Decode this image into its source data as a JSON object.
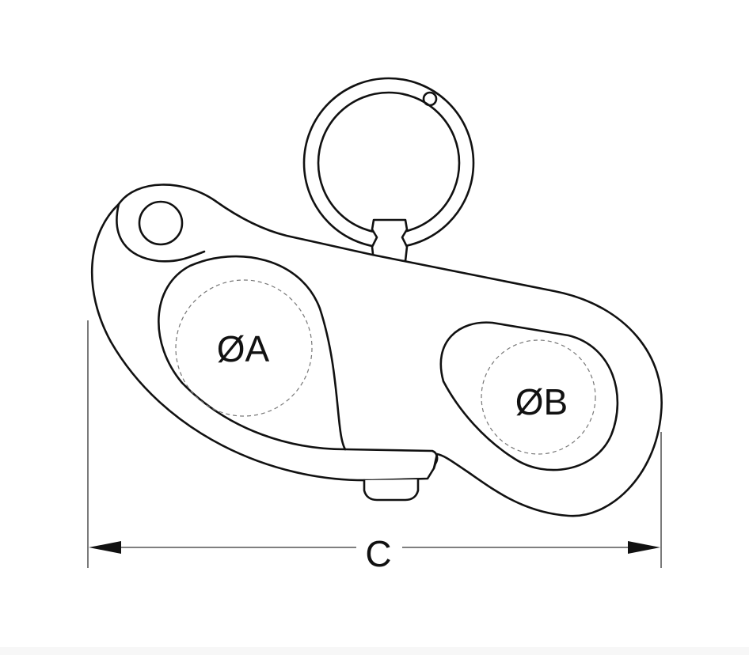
{
  "diagram": {
    "labels": {
      "diameter_a": "ØA",
      "diameter_b": "ØB",
      "length_c": "C"
    }
  }
}
